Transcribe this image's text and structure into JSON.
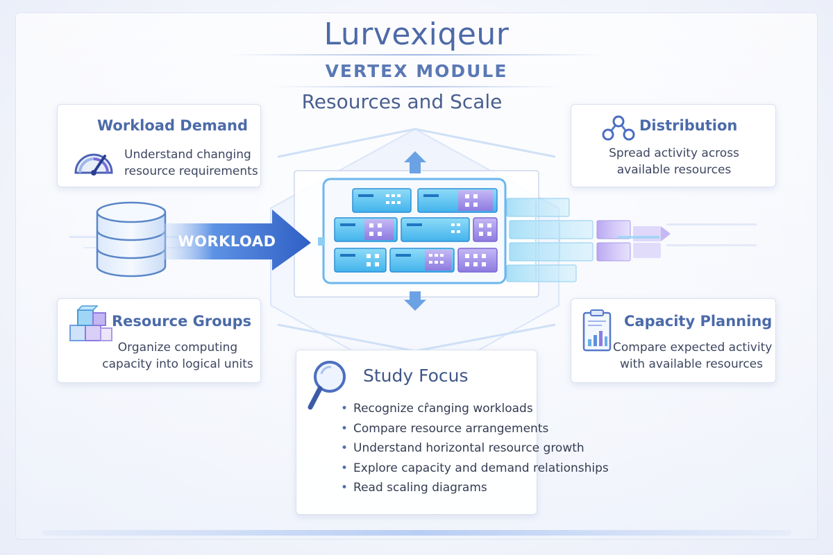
{
  "header": {
    "title": "Lurvexiqeur",
    "module": "VERTEX MODULE",
    "section": "Resources and Scale"
  },
  "diagram": {
    "workload_label": "WORKLOAD"
  },
  "cards": {
    "workload_demand": {
      "title": "Workload Demand",
      "line1": "Understand changing",
      "line2": "resource requirements",
      "icon": "gauge-icon"
    },
    "distribution": {
      "title": "Distribution",
      "line1": "Spread activity across",
      "line2": "available resources",
      "icon": "network-nodes-icon"
    },
    "resource_groups": {
      "title": "Resource Groups",
      "line1": "Organize computing",
      "line2": "capacity into logical units",
      "icon": "stacked-cubes-icon"
    },
    "capacity_planning": {
      "title": "Capacity Planning",
      "line1": "Compare expected activity",
      "line2": "with available resources",
      "icon": "clipboard-chart-icon"
    }
  },
  "study_focus": {
    "title": "Study Focus",
    "icon": "magnifier-icon",
    "items": [
      "Recognize cr̂anging workloads",
      "Compare resource arrangements",
      "Understand horizontal resource growth",
      "Explore capacity and demand relationships",
      "Read scaling diagrams"
    ]
  },
  "colors": {
    "accent_blue": "#3a6fd0",
    "cyan": "#5cc8f0",
    "purple": "#9b8ae0",
    "title": "#4d6aa8"
  }
}
